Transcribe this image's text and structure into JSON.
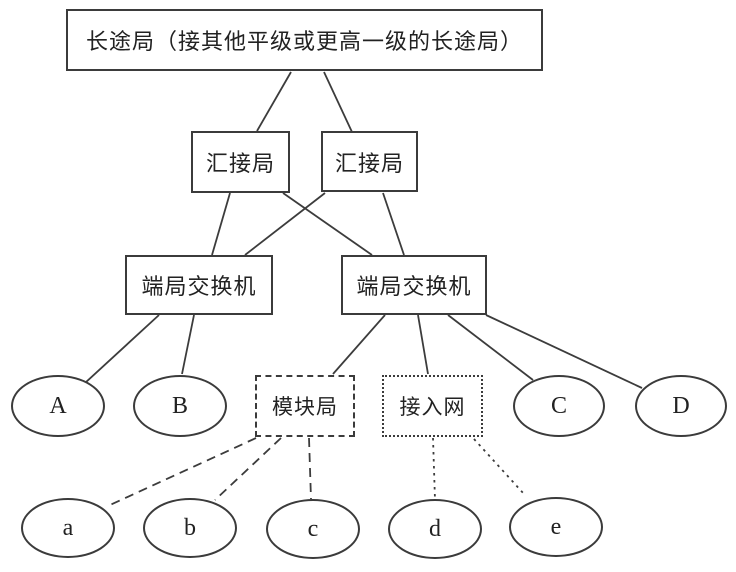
{
  "diagram": {
    "title_hint": "Telephone network hierarchy diagram",
    "nodes": {
      "toll_office": {
        "label": "长途局（接其他平级或更高一级的长途局）",
        "shape": "rect",
        "border": "solid"
      },
      "tandem_left": {
        "label": "汇接局",
        "shape": "rect",
        "border": "solid"
      },
      "tandem_right": {
        "label": "汇接局",
        "shape": "rect",
        "border": "solid"
      },
      "end_office_left": {
        "label": "端局交换机",
        "shape": "rect",
        "border": "solid"
      },
      "end_office_right": {
        "label": "端局交换机",
        "shape": "rect",
        "border": "solid"
      },
      "module_office": {
        "label": "模块局",
        "shape": "rect",
        "border": "dashed"
      },
      "access_network": {
        "label": "接入网",
        "shape": "rect",
        "border": "dotted"
      },
      "subscriber_A": {
        "label": "A",
        "shape": "ellipse",
        "border": "solid"
      },
      "subscriber_B": {
        "label": "B",
        "shape": "ellipse",
        "border": "solid"
      },
      "subscriber_C": {
        "label": "C",
        "shape": "ellipse",
        "border": "solid"
      },
      "subscriber_D": {
        "label": "D",
        "shape": "ellipse",
        "border": "solid"
      },
      "subscriber_a": {
        "label": "a",
        "shape": "ellipse",
        "border": "solid"
      },
      "subscriber_b": {
        "label": "b",
        "shape": "ellipse",
        "border": "solid"
      },
      "subscriber_c": {
        "label": "c",
        "shape": "ellipse",
        "border": "solid"
      },
      "subscriber_d": {
        "label": "d",
        "shape": "ellipse",
        "border": "solid"
      },
      "subscriber_e": {
        "label": "e",
        "shape": "ellipse",
        "border": "solid"
      }
    },
    "edges": [
      {
        "from": "toll_office",
        "to": "tandem_left",
        "style": "solid"
      },
      {
        "from": "toll_office",
        "to": "tandem_right",
        "style": "solid"
      },
      {
        "from": "tandem_left",
        "to": "end_office_left",
        "style": "solid"
      },
      {
        "from": "tandem_left",
        "to": "end_office_right",
        "style": "solid"
      },
      {
        "from": "tandem_right",
        "to": "end_office_left",
        "style": "solid"
      },
      {
        "from": "tandem_right",
        "to": "end_office_right",
        "style": "solid"
      },
      {
        "from": "end_office_left",
        "to": "subscriber_A",
        "style": "solid"
      },
      {
        "from": "end_office_left",
        "to": "subscriber_B",
        "style": "solid"
      },
      {
        "from": "end_office_right",
        "to": "module_office",
        "style": "solid"
      },
      {
        "from": "end_office_right",
        "to": "access_network",
        "style": "solid"
      },
      {
        "from": "end_office_right",
        "to": "subscriber_C",
        "style": "solid"
      },
      {
        "from": "end_office_right",
        "to": "subscriber_D",
        "style": "solid"
      },
      {
        "from": "module_office",
        "to": "subscriber_a",
        "style": "dashed"
      },
      {
        "from": "module_office",
        "to": "subscriber_b",
        "style": "dashed"
      },
      {
        "from": "module_office",
        "to": "subscriber_c",
        "style": "dashed"
      },
      {
        "from": "access_network",
        "to": "subscriber_d",
        "style": "dotted"
      },
      {
        "from": "access_network",
        "to": "subscriber_e",
        "style": "dotted"
      }
    ]
  },
  "colors": {
    "line": "#3c3c3c",
    "border": "#3b3b3b",
    "text": "#222222",
    "background": "#ffffff"
  }
}
